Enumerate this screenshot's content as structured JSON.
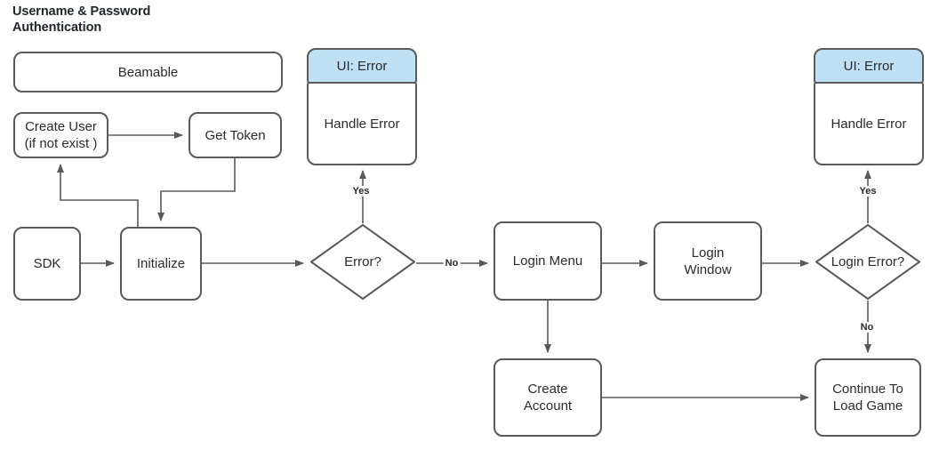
{
  "diagram": {
    "title": "Username & Password\nAuthentication",
    "colors": {
      "stroke": "#5a5a5a",
      "text": "#2b2b2b",
      "ui_header_fill": "#bfdff5",
      "node_fill": "#ffffff",
      "background": "#ffffff"
    },
    "nodes": {
      "beamable": {
        "label": "Beamable",
        "shape": "rounded-rect"
      },
      "create_user": {
        "label": "Create User\n(if not exist )",
        "shape": "rounded-rect"
      },
      "get_token": {
        "label": "Get Token",
        "shape": "rounded-rect"
      },
      "sdk": {
        "label": "SDK",
        "shape": "rounded-rect"
      },
      "initialize": {
        "label": "Initialize",
        "shape": "rounded-rect"
      },
      "error_decision": {
        "label": "Error?",
        "shape": "diamond"
      },
      "ui_error_left": {
        "header": "UI: Error",
        "body": "Handle Error",
        "shape": "ui-group"
      },
      "login_menu": {
        "label": "Login Menu",
        "shape": "rounded-rect"
      },
      "login_window": {
        "label": "Login\nWindow",
        "shape": "rounded-rect"
      },
      "create_account": {
        "label": "Create\nAccount",
        "shape": "rounded-rect"
      },
      "login_error_decision": {
        "label": "Login Error?",
        "shape": "diamond"
      },
      "ui_error_right": {
        "header": "UI: Error",
        "body": "Handle Error",
        "shape": "ui-group"
      },
      "continue_load_game": {
        "label": "Continue To\nLoad Game",
        "shape": "rounded-rect"
      }
    },
    "edge_labels": {
      "error_yes": "Yes",
      "error_no": "No",
      "login_error_yes": "Yes",
      "login_error_no": "No"
    }
  }
}
